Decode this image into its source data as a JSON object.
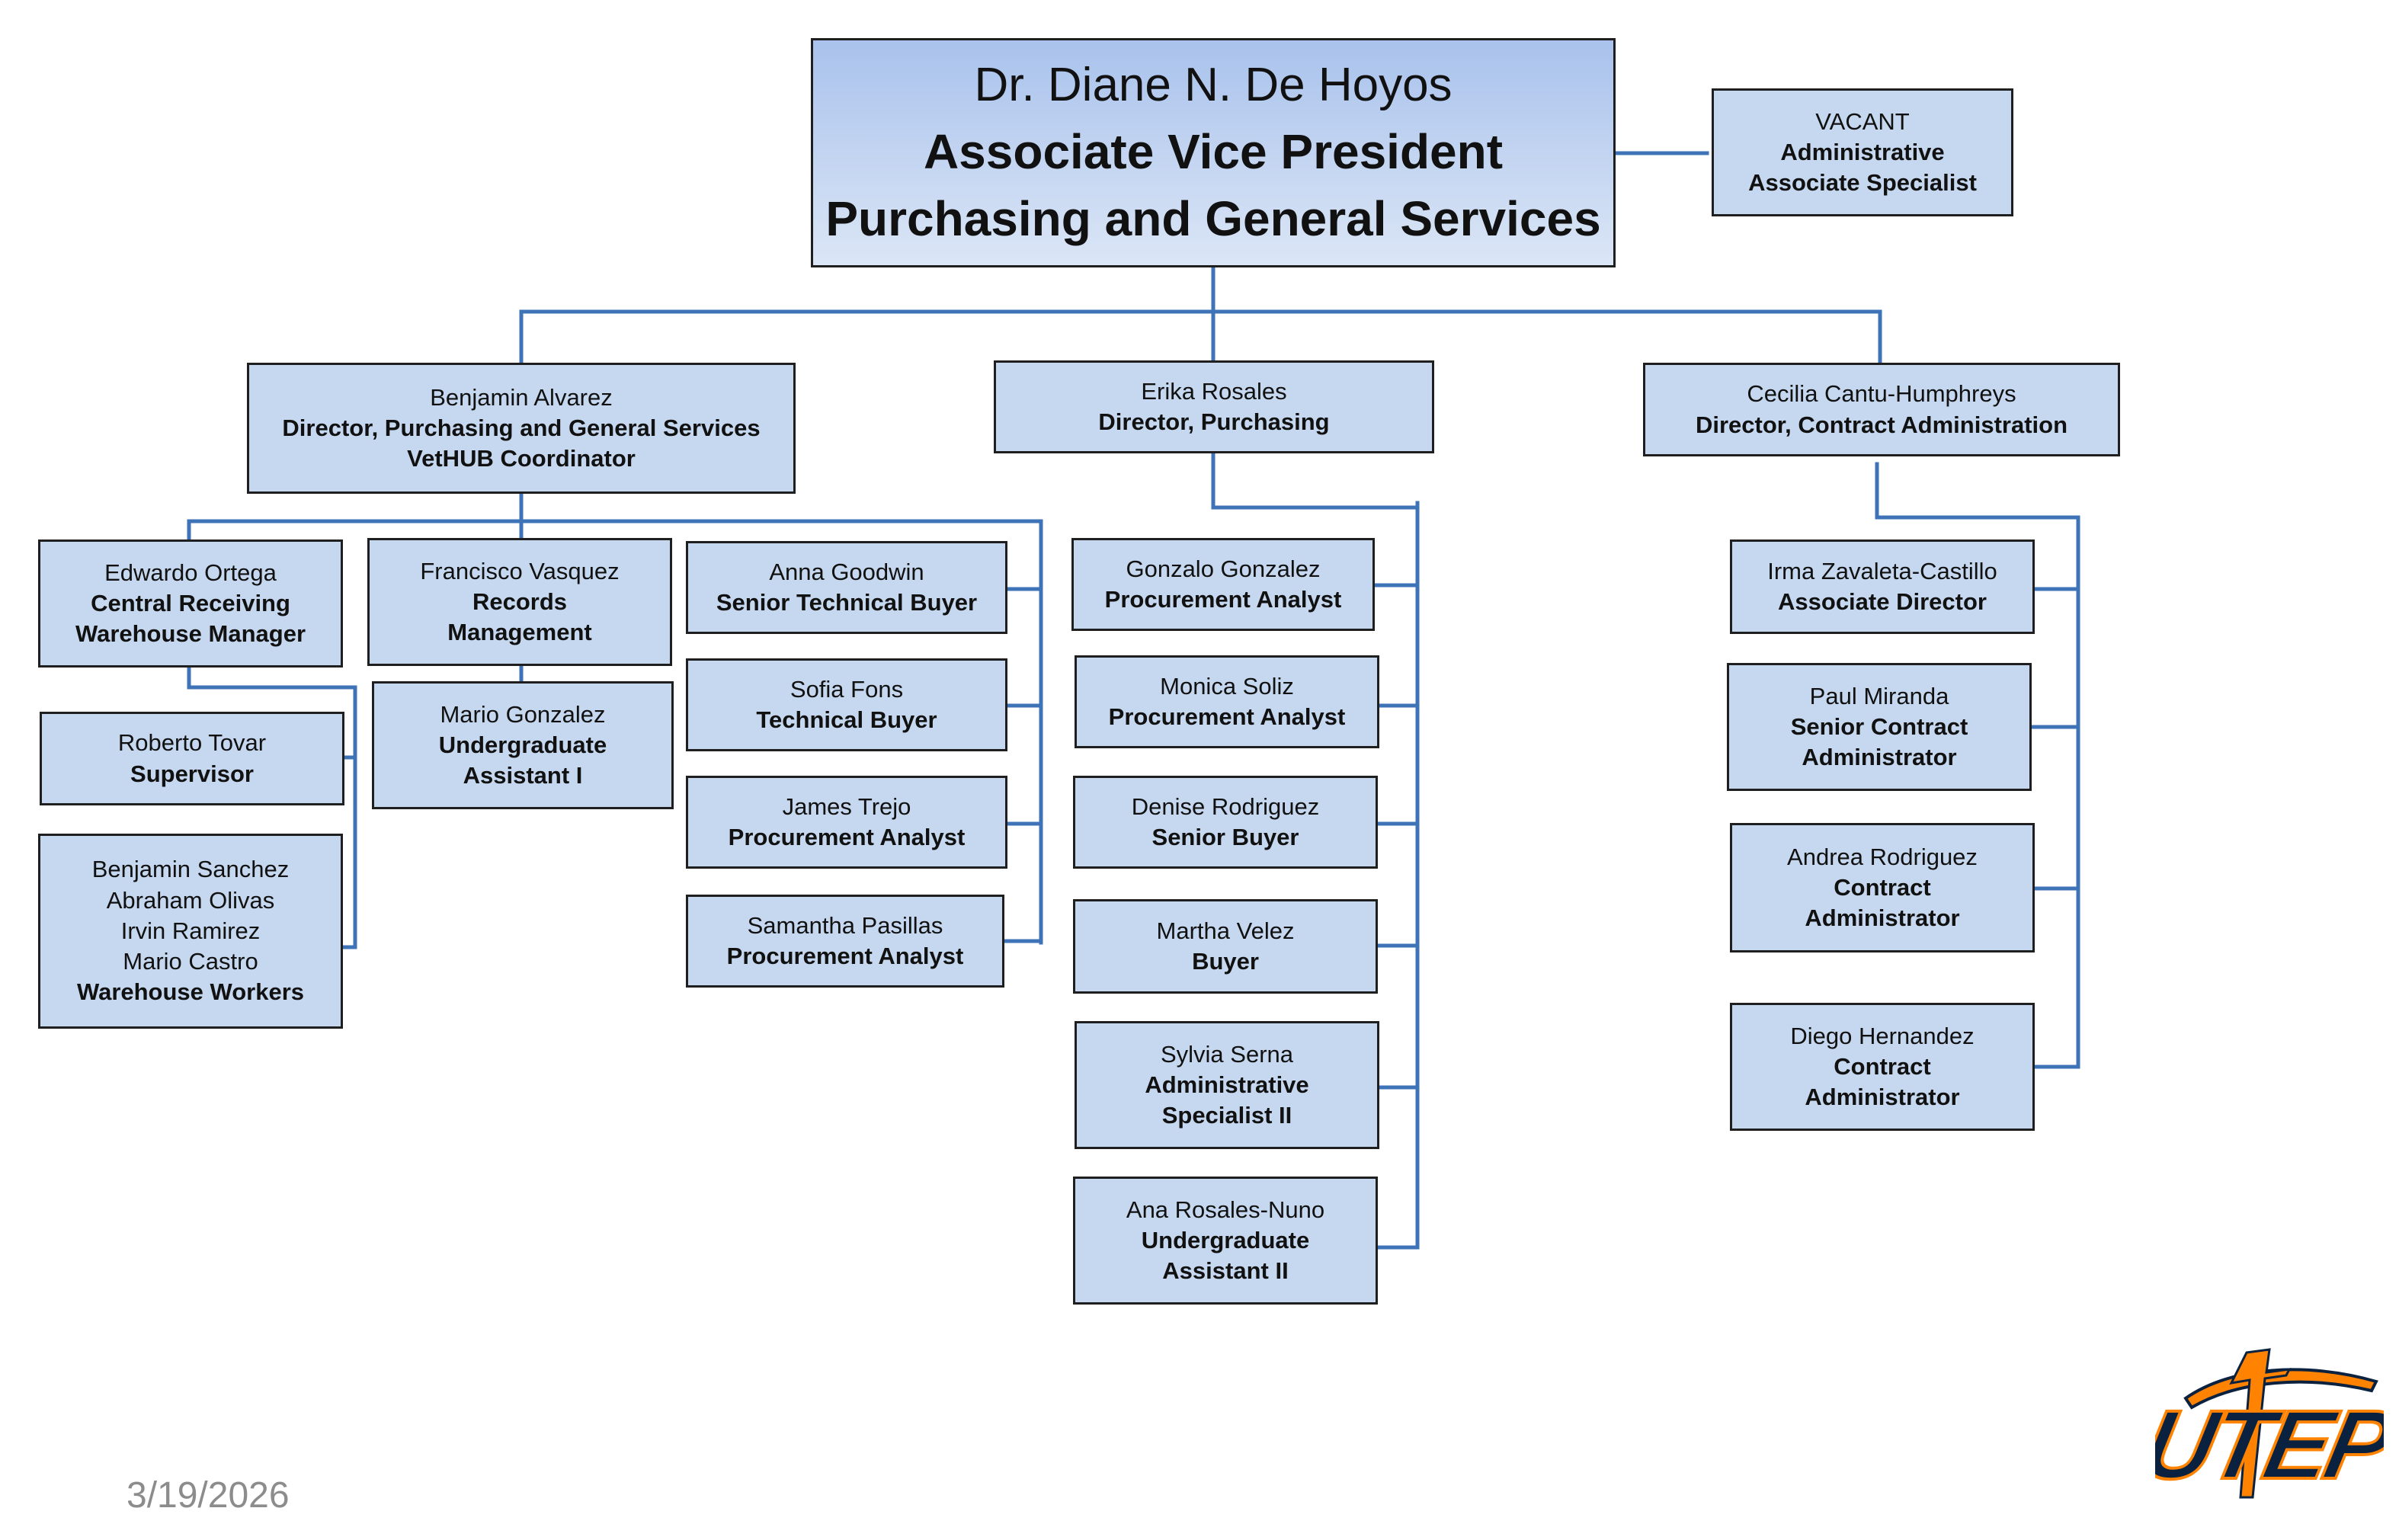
{
  "top": {
    "name": "Dr. Diane N. De Hoyos",
    "title1": "Associate Vice President",
    "title2": "Purchasing and General Services"
  },
  "vacant": {
    "name": "VACANT",
    "title1": "Administrative",
    "title2": "Associate Specialist"
  },
  "directors": [
    {
      "name": "Benjamin Alvarez",
      "title1": "Director, Purchasing and General Services",
      "title2": "VetHUB Coordinator"
    },
    {
      "name": "Erika Rosales",
      "title1": "Director, Purchasing"
    },
    {
      "name": "Cecilia Cantu-Humphreys",
      "title1": "Director, Contract Administration"
    }
  ],
  "alvarez_team": {
    "ortega": {
      "name": "Edwardo Ortega",
      "title1": "Central Receiving",
      "title2": "Warehouse Manager"
    },
    "tovar": {
      "name": "Roberto Tovar",
      "title1": "Supervisor"
    },
    "workers": {
      "names": [
        "Benjamin Sanchez",
        "Abraham Olivas",
        "Irvin Ramirez",
        "Mario Castro"
      ],
      "title1": "Warehouse Workers"
    },
    "vasquez": {
      "name": "Francisco Vasquez",
      "title1": "Records",
      "title2": "Management"
    },
    "mgonzalez": {
      "name": "Mario Gonzalez",
      "title1": "Undergraduate",
      "title2": "Assistant I"
    },
    "buyers": [
      {
        "name": "Anna Goodwin",
        "title1": "Senior Technical Buyer"
      },
      {
        "name": "Sofia Fons",
        "title1": "Technical Buyer"
      },
      {
        "name": "James Trejo",
        "title1": "Procurement Analyst"
      },
      {
        "name": "Samantha Pasillas",
        "title1": "Procurement Analyst"
      }
    ]
  },
  "rosales_team": [
    {
      "name": "Gonzalo Gonzalez",
      "title1": "Procurement Analyst"
    },
    {
      "name": "Monica Soliz",
      "title1": "Procurement Analyst"
    },
    {
      "name": "Denise Rodriguez",
      "title1": "Senior Buyer"
    },
    {
      "name": "Martha Velez",
      "title1": "Buyer"
    },
    {
      "name": "Sylvia Serna",
      "title1": "Administrative",
      "title2": "Specialist II"
    },
    {
      "name": "Ana Rosales-Nuno",
      "title1": "Undergraduate",
      "title2": "Assistant II"
    }
  ],
  "cantu_team": [
    {
      "name": "Irma Zavaleta-Castillo",
      "title1": "Associate Director"
    },
    {
      "name": "Paul Miranda",
      "title1": "Senior Contract",
      "title2": "Administrator"
    },
    {
      "name": "Andrea Rodriguez",
      "title1": "Contract",
      "title2": "Administrator"
    },
    {
      "name": "Diego Hernandez",
      "title1": "Contract",
      "title2": "Administrator"
    }
  ],
  "footer": {
    "date": "3/19/2026",
    "logo_text": "UTEP"
  },
  "colors": {
    "box_fill": "#c6d8ef",
    "connector": "#3f73b8",
    "logo_blue": "#0a2240",
    "logo_orange": "#ff8200"
  }
}
